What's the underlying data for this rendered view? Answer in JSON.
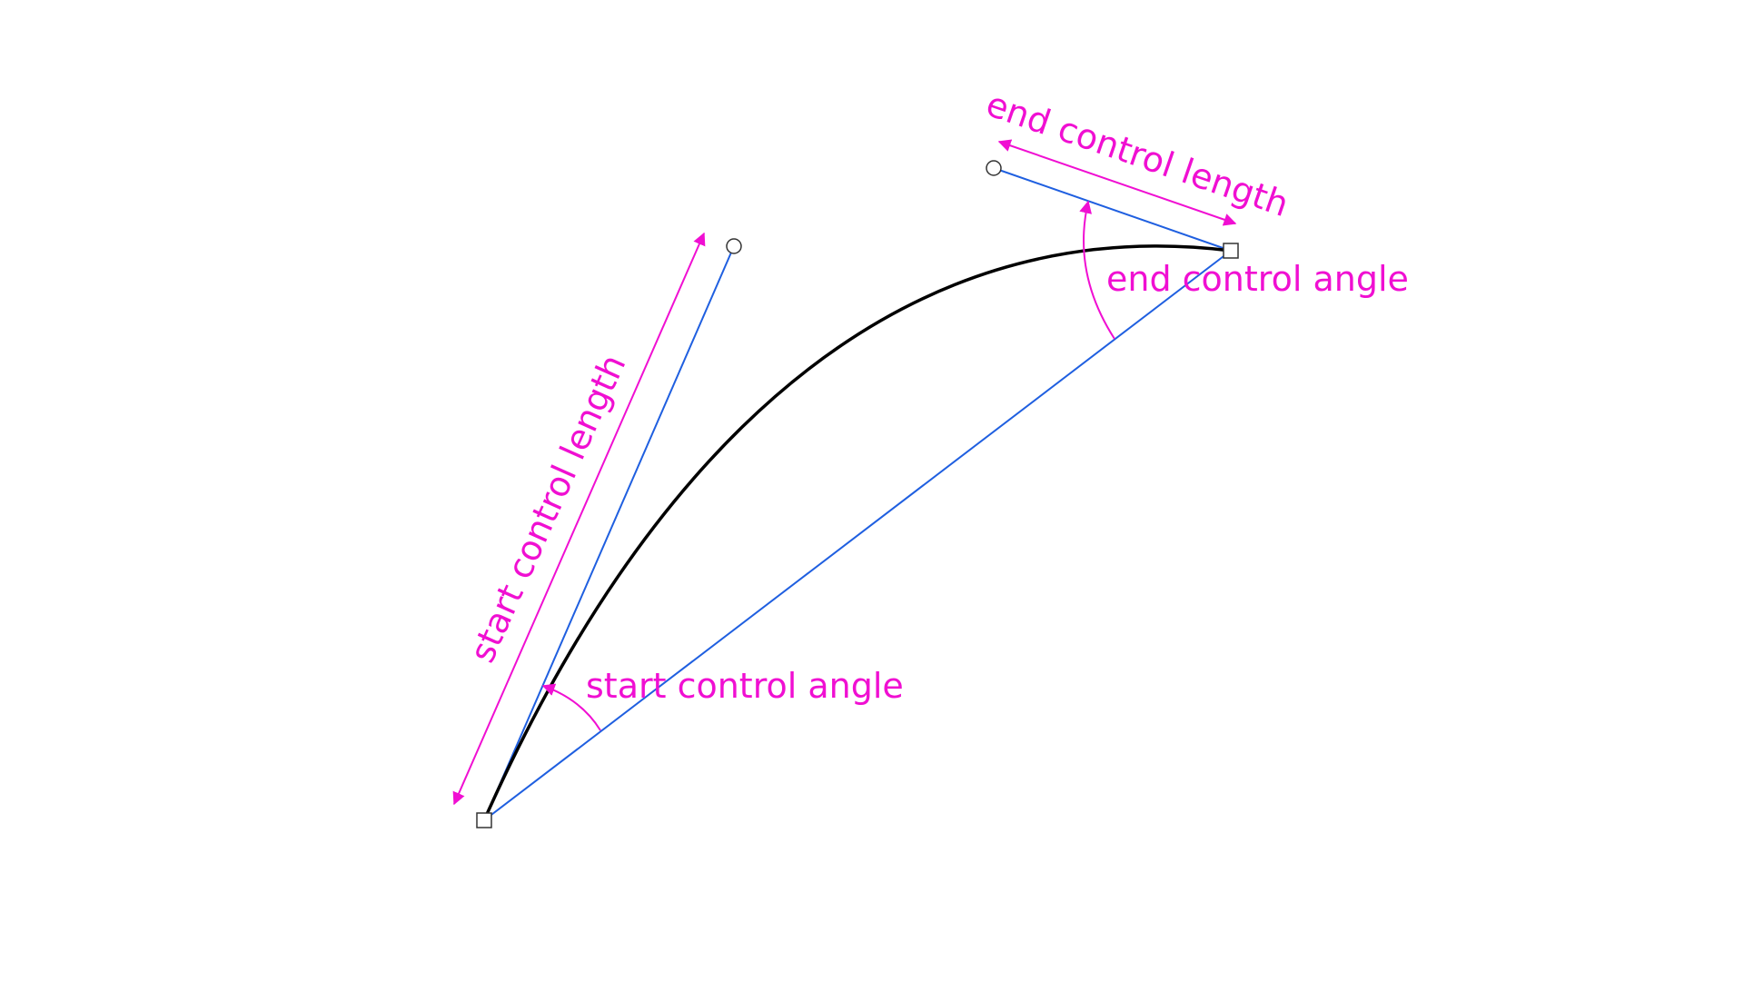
{
  "labels": {
    "start_control_length": "start control length",
    "start_control_angle": "start control angle",
    "end_control_length": "end control length",
    "end_control_angle": "end control angle"
  },
  "colors": {
    "curve": "#000000",
    "guide": "#1f5fe0",
    "annotation": "#f00fd2",
    "handle_fill": "#ffffff",
    "handle_stroke": "#333333"
  }
}
